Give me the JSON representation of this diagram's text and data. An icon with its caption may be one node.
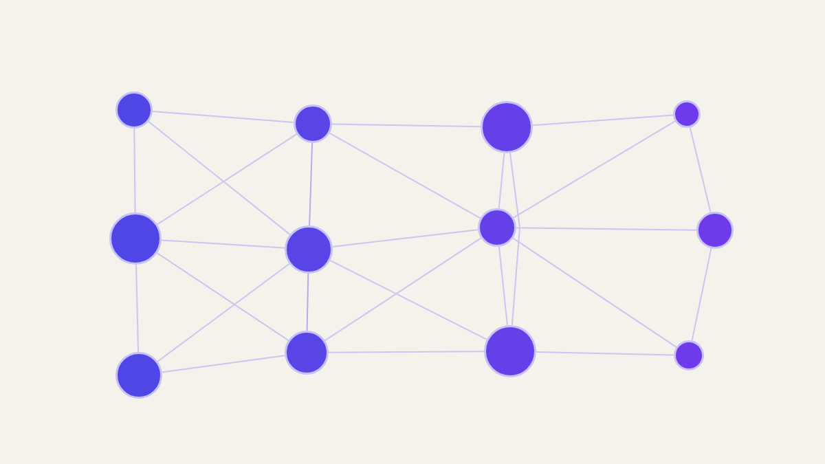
{
  "diagram": {
    "nodes": [
      {
        "text": [],
        "shape": "circle"
      },
      {
        "text": [],
        "shape": "circle"
      },
      {
        "text": [],
        "shape": "circle"
      },
      {
        "text": [],
        "shape": "circle"
      },
      {
        "text": [],
        "shape": "circle"
      },
      {
        "text": [],
        "shape": "circle"
      },
      {
        "text": [],
        "shape": "circle"
      },
      {
        "text": [],
        "shape": "circle"
      },
      {
        "text": [],
        "shape": "circle"
      },
      {
        "text": [],
        "shape": "circle"
      },
      {
        "text": [],
        "shape": "circle"
      },
      {
        "text": [],
        "shape": "circle"
      }
    ],
    "edges": [
      {
        "from": 0,
        "to": 3,
        "arrow": "none"
      },
      {
        "from": 0,
        "to": 1,
        "arrow": "none"
      },
      {
        "from": 0,
        "to": 4,
        "arrow": "none"
      },
      {
        "from": 3,
        "to": 1,
        "arrow": "none"
      },
      {
        "from": 3,
        "to": 4,
        "arrow": "none",
        "color": "#b3adee"
      },
      {
        "from": 3,
        "to": 6,
        "arrow": "none"
      },
      {
        "from": 3,
        "to": 7,
        "arrow": "none"
      },
      {
        "from": 1,
        "to": 4,
        "arrow": "none"
      },
      {
        "from": 1,
        "to": 2,
        "arrow": "none"
      },
      {
        "from": 1,
        "to": 5,
        "arrow": "none"
      },
      {
        "from": 2,
        "to": 4,
        "arrow": "none"
      },
      {
        "from": 2,
        "to": 5,
        "arrow": "none"
      },
      {
        "from": 4,
        "to": 5,
        "arrow": "none",
        "color": "#b3adee"
      },
      {
        "from": 4,
        "to": 7,
        "arrow": "none"
      },
      {
        "from": 4,
        "to": 8,
        "arrow": "none"
      },
      {
        "from": 5,
        "to": 7,
        "arrow": "none"
      },
      {
        "from": 5,
        "to": 8,
        "arrow": "none"
      },
      {
        "from": 6,
        "to": 7,
        "arrow": "none"
      },
      {
        "from": 6,
        "to": 8,
        "arrow": "none"
      },
      {
        "from": 6,
        "to": 9,
        "arrow": "none"
      },
      {
        "from": 7,
        "to": 8,
        "arrow": "none"
      },
      {
        "from": 7,
        "to": 9,
        "arrow": "none"
      },
      {
        "from": 7,
        "to": 10,
        "arrow": "none"
      },
      {
        "from": 7,
        "to": 11,
        "arrow": "none"
      },
      {
        "from": 9,
        "to": 10,
        "arrow": "none"
      },
      {
        "from": 10,
        "to": 11,
        "arrow": "none"
      },
      {
        "from": 8,
        "to": 11,
        "arrow": "none"
      }
    ]
  }
}
